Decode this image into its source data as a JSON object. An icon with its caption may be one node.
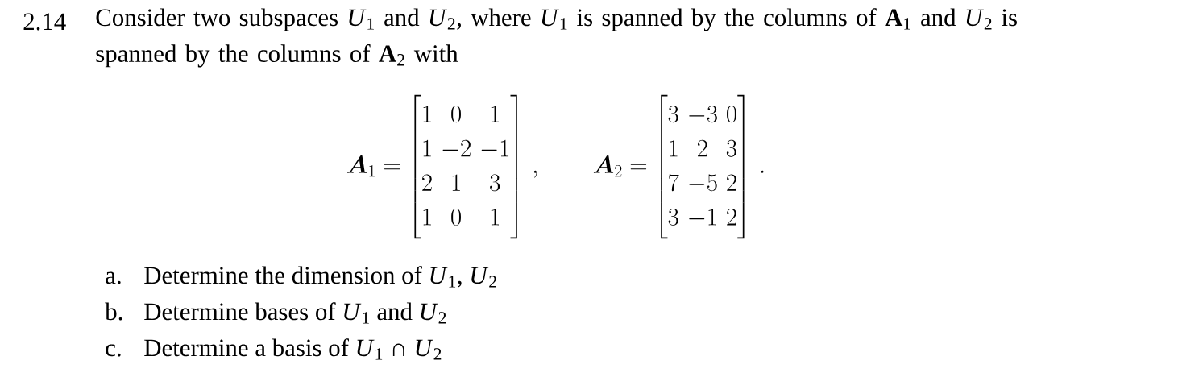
{
  "diagram": {
    "labels": [
      "2.14",
      "Consider two subspaces *U*$_{1}$ and *U*$_{2}$, where *U*$_{1}$ is spanned by the columns of **A**$_{1}$ and *U*$_{2}$ is spanned by the columns of **A**$_{2}$ with",
      "\\boldsymbol{A}_1 = \\begin{bmatrix}1 & 0 & 1\\\\ 1 & -2 & -1\\\\ 2 & 1 & 3\\\\ 1 & 0 & 1\\end{bmatrix}\\,,\\qquad \\boldsymbol{A}_2 = \\begin{bmatrix}3 & -3 & 0\\\\ 1 & 2 & 3\\\\ 7 & -5 & 2\\\\ 3 & -1 & 2\\end{bmatrix}\\,.",
      "a.",
      "Determine the dimension of *U*$_{1}$, *U*$_{2}$",
      "b.",
      "Determine bases of *U*$_{1}$ and *U*$_{2}$",
      "c.",
      "Determine a basis of *U*$_{1}$ ∩ *U*$_{2}$"
    ]
  }
}
